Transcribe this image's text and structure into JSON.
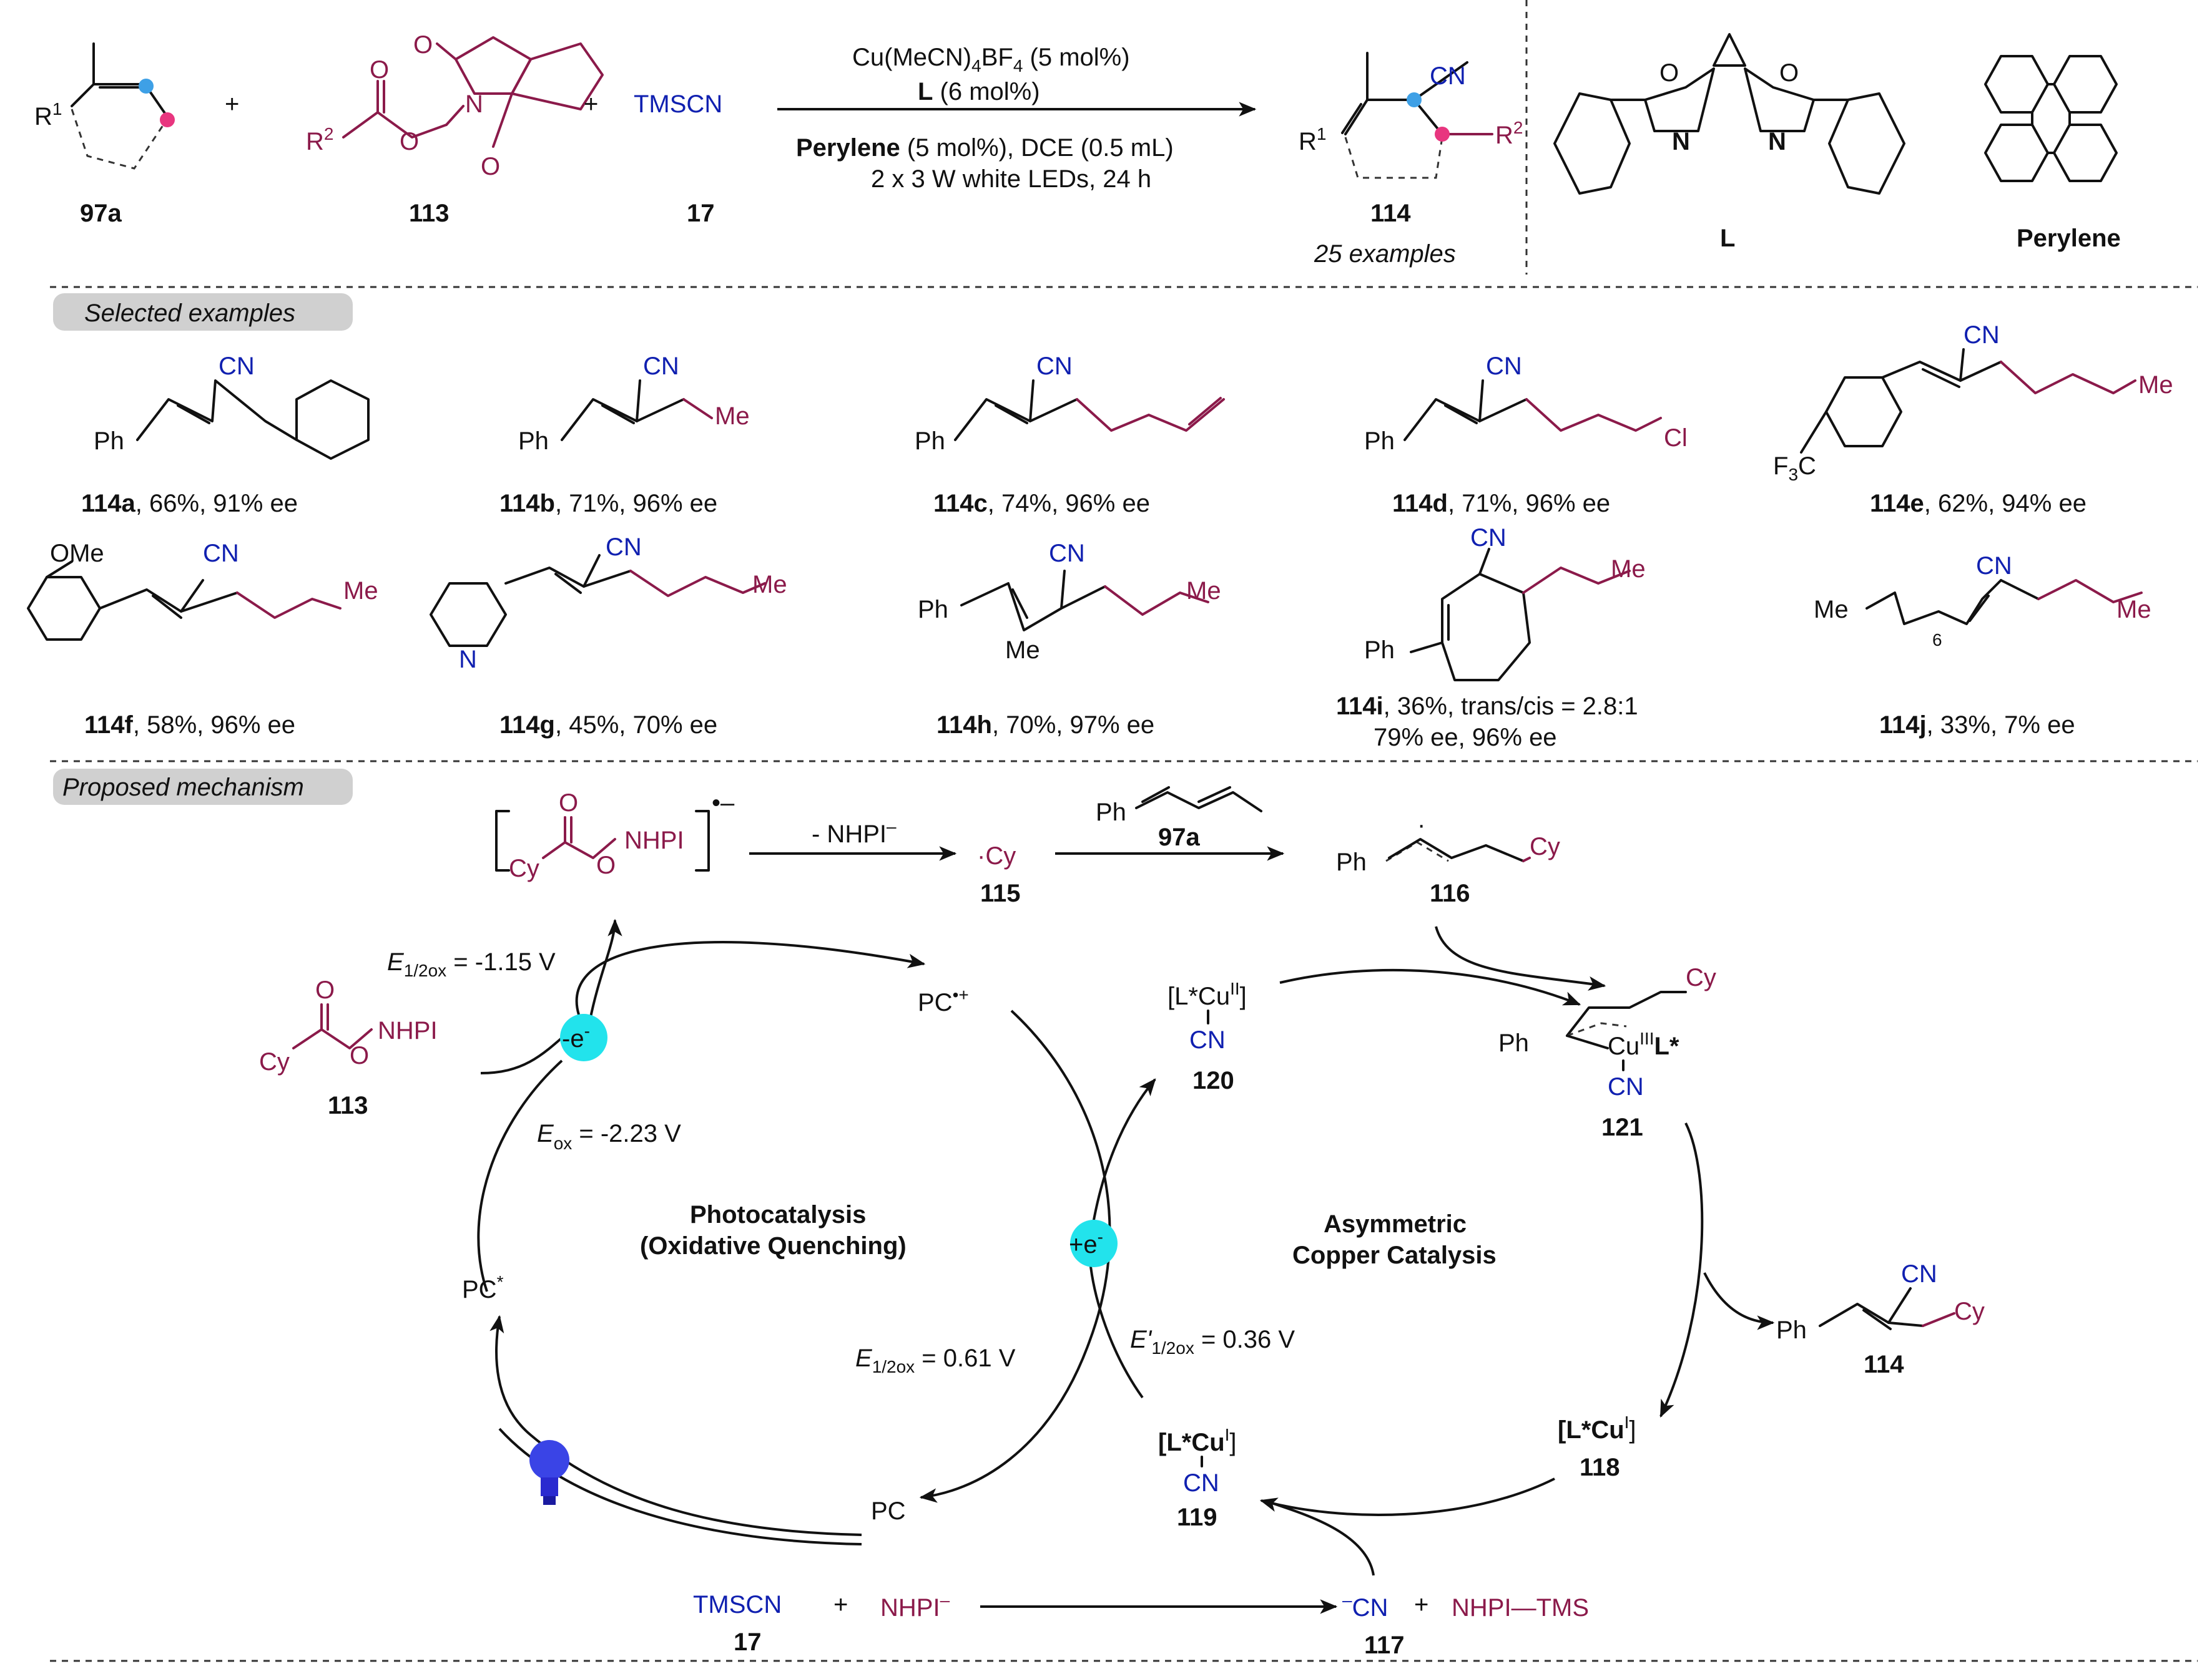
{
  "colors": {
    "reagent_magenta": "#8b1a4a",
    "cyano_blue": "#1020b0",
    "electron_cyan": "#22e3ec",
    "site_blue": "#3ea0e6",
    "site_pink": "#e8367f",
    "bulb_blue": "#3a44e6",
    "label_box_gray": "#d0d0d0"
  },
  "icons": [
    "lightbulb-icon",
    "electron-circle-icon"
  ],
  "scheme": {
    "r1": "R",
    "r1_sup": "1",
    "r2": "R",
    "r2_sup": "2",
    "plus": "+",
    "tmscn": "TMSCN",
    "label_97a": "97a",
    "label_113": "113",
    "label_17": "17",
    "label_114": "114",
    "examples_count": "25 examples",
    "cn": "CN",
    "atom_o": "O",
    "atom_n": "N",
    "cond1": "Cu(MeCN)",
    "cond1_sub": "4",
    "cond1_b": "BF",
    "cond1_sub2": "4",
    "cond1_end": " (5 mol%)",
    "cond2_bold": "L",
    "cond2_rest": " (6 mol%)",
    "cond3_bold": "Perylene",
    "cond3_rest": " (5 mol%), DCE (0.5 mL)",
    "cond4": "2 x 3 W white LEDs, 24 h",
    "ligand_label": "L",
    "perylene_label": "Perylene"
  },
  "examples": {
    "header": "Selected examples",
    "ph": "Ph",
    "cn": "CN",
    "me": "Me",
    "cl": "Cl",
    "ome": "OMe",
    "f3c": "F",
    "f3c_sub": "3",
    "f3c_end": "C",
    "n": "N",
    "sub6": "6",
    "items": [
      {
        "id": "114a",
        "rest": ", 66%, 91% ee"
      },
      {
        "id": "114b",
        "rest": ", 71%, 96% ee"
      },
      {
        "id": "114c",
        "rest": ", 74%, 96% ee"
      },
      {
        "id": "114d",
        "rest": ", 71%, 96% ee"
      },
      {
        "id": "114e",
        "rest": ", 62%, 94% ee"
      },
      {
        "id": "114f",
        "rest": ", 58%, 96% ee"
      },
      {
        "id": "114g",
        "rest": ", 45%, 70% ee"
      },
      {
        "id": "114h",
        "rest": ", 70%, 97% ee"
      },
      {
        "id": "114i",
        "rest": ", 36%, trans/cis = 2.8:1",
        "line2": "79% ee, 96% ee"
      },
      {
        "id": "114j",
        "rest": ", 33%, 7% ee"
      }
    ]
  },
  "mechanism": {
    "header": "Proposed mechanism",
    "radical_anion": "•–",
    "cy": "Cy",
    "o": "O",
    "nhpi": "NHPI",
    "minus_nhpi": "- NHPI",
    "minus_sup": "–",
    "cy_radical": "·Cy",
    "label_115": "115",
    "label_97a": "97a",
    "ph": "Ph",
    "label_116": "116",
    "e_half_ox_1": "E",
    "e_half_ox_1_sub": "1/2ox",
    "e_half_ox_1_val": " = -1.15 V",
    "pc_radical_cation": "PC",
    "pc_rc_sup": "•+",
    "l_star_cu_ii": "[L*Cu",
    "cu_ii_sup": "II",
    "bracket_close": "]",
    "cn": "CN",
    "label_120": "120",
    "cu_iii": "Cu",
    "cu_iii_sup": "III",
    "l_star": "L*",
    "label_121": "121",
    "label_113": "113",
    "electron_minus": "-e",
    "electron_plus": "+e",
    "e_sup_minus": "-",
    "e_star_ox": "E",
    "e_star_ox_sub": "ox",
    "e_star_ox_val": " = -2.23 V",
    "cycle_photo_1": "Photocatalysis",
    "cycle_photo_2": "(Oxidative Quenching)",
    "cycle_cu_1": "Asymmetric",
    "cycle_cu_2": "Copper Catalysis",
    "pc_star": "PC",
    "pc_star_sup": "*",
    "label_114": "114",
    "e_prime": "E'",
    "e_prime_sub": "1/2ox",
    "e_prime_val": " = 0.36 V",
    "e_half_2": "E",
    "e_half_2_sub": "1/2ox",
    "e_half_2_val": " = 0.61 V",
    "l_star_cu_i": "[L*Cu",
    "cu_i_sup": "I",
    "label_119": "119",
    "label_118": "118",
    "pc": "PC",
    "tmscn": "TMSCN",
    "plus": "+",
    "nhpi_minus": "NHPI",
    "label_17": "17",
    "cyanide": "CN",
    "cyanide_sup": "–",
    "label_117": "117",
    "nhpi_tms": "NHPI—TMS"
  }
}
